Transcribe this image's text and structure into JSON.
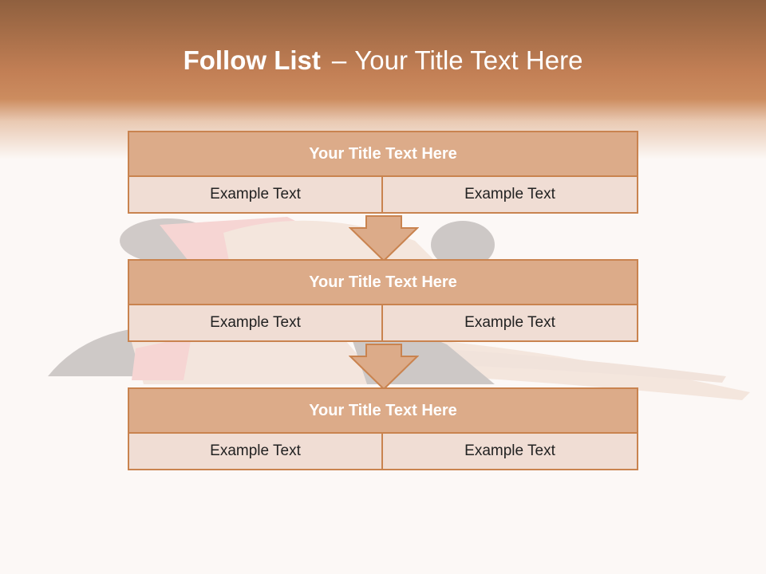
{
  "slide": {
    "title_bold": "Follow List",
    "title_dash": "–",
    "title_rest": "Your Title Text Here"
  },
  "steps": [
    {
      "title": "Your Title Text Here",
      "left": "Example Text",
      "right": "Example Text"
    },
    {
      "title": "Your Title Text Here",
      "left": "Example Text",
      "right": "Example Text"
    },
    {
      "title": "Your Title Text Here",
      "left": "Example Text",
      "right": "Example Text"
    }
  ],
  "colors": {
    "header": "#c4845a",
    "box_border": "#c9834f",
    "box_header": "#dcab89",
    "box_body": "#f0ddd4",
    "arrow_fill": "#dcab89",
    "title_text": "#ffffff"
  }
}
